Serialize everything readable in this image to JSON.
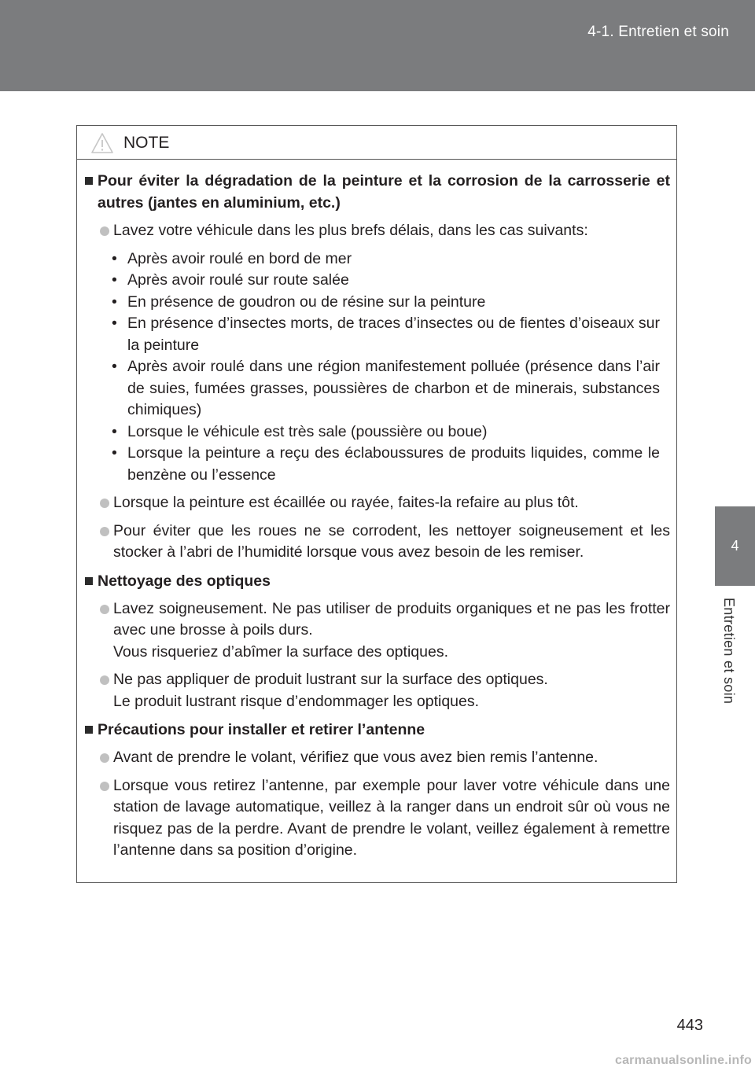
{
  "header": {
    "title": "4-1. Entretien et soin"
  },
  "side_tab": {
    "number": "4",
    "label": "Entretien et soin"
  },
  "page_number": "443",
  "watermark": "carmanualsonline.info",
  "note": {
    "title": "NOTE",
    "sections": [
      {
        "heading": "Pour éviter la dégradation de la peinture et la corrosion de la carrosserie et autres (jantes en aluminium, etc.)",
        "items": [
          {
            "text": "Lavez votre véhicule dans les plus brefs délais, dans les cas suivants:",
            "subitems": [
              "Après avoir roulé en bord de mer",
              "Après avoir roulé sur route salée",
              "En présence de goudron ou de résine sur la peinture",
              "En présence d’insectes morts, de traces d’insectes ou de fientes d’oiseaux sur la peinture",
              "Après avoir roulé dans une région manifestement polluée (présence dans l’air de suies, fumées grasses, poussières de charbon et de minerais, substances chimiques)",
              "Lorsque le véhicule est très sale (poussière ou boue)",
              "Lorsque la peinture a reçu des éclaboussures de produits liquides, comme le benzène ou l’essence"
            ]
          },
          {
            "text": "Lorsque la peinture est écaillée ou rayée, faites-la refaire au plus tôt."
          },
          {
            "text": "Pour éviter que les roues ne se corrodent, les nettoyer soigneusement et les stocker à l’abri de l’humidité lorsque vous avez besoin de les remiser."
          }
        ]
      },
      {
        "heading": "Nettoyage des optiques",
        "items": [
          {
            "text": "Lavez soigneusement. Ne pas utiliser de produits organiques et ne pas les frotter avec une brosse à poils durs.",
            "text2": "Vous risqueriez d’abîmer la surface des optiques."
          },
          {
            "text": "Ne pas appliquer de produit lustrant sur la surface des optiques.",
            "text2": "Le produit lustrant risque d’endommager les optiques."
          }
        ]
      },
      {
        "heading": "Précautions pour installer et retirer l’antenne",
        "items": [
          {
            "text": "Avant de prendre le volant, vérifiez que vous avez bien remis l’antenne."
          },
          {
            "text": "Lorsque vous retirez l’antenne, par exemple pour laver votre véhicule dans une station de lavage automatique, veillez à la ranger dans un endroit sûr où vous ne risquez pas de la perdre. Avant de prendre le volant, veillez également à remettre l’antenne dans sa position d’origine."
          }
        ]
      }
    ]
  }
}
